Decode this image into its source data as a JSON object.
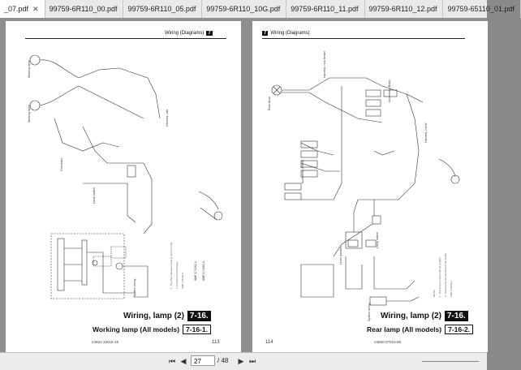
{
  "tabs": [
    {
      "label": "_07.pdf",
      "active": true
    },
    {
      "label": "99759-6R110_00.pdf",
      "active": false
    },
    {
      "label": "99759-6R110_05.pdf",
      "active": false
    },
    {
      "label": "99759-6R110_10G.pdf",
      "active": false
    },
    {
      "label": "99759-6R110_11.pdf",
      "active": false
    },
    {
      "label": "99759-6R110_12.pdf",
      "active": false
    },
    {
      "label": "99759-65110_01.pdf",
      "active": false
    }
  ],
  "left_page": {
    "header_text": "Wiring (Diagrams)",
    "header_num": "7",
    "title": "Wiring, lamp (2)",
    "title_num": "7-16.",
    "subtitle": "Working lamp (All models)",
    "subtitle_num": "7-16-1.",
    "page_number": "113",
    "doc_number": "24681-16016-1E"
  },
  "right_page": {
    "header_num": "7",
    "header_text": "Wiring (Diagrams)",
    "title": "Wiring, lamp (2)",
    "title_num": "7-16.",
    "subtitle": "Rear lamp (All models)",
    "subtitle_num": "7-16-2.",
    "page_number": "114",
    "doc_number": "24680-07016-6E"
  },
  "toolbar": {
    "first_icon": "first-page-icon",
    "prev_icon": "previous-page-icon",
    "current_page": "27",
    "page_sep": "/ 48",
    "next_icon": "next-page-icon",
    "last_icon": "last-page-icon"
  }
}
